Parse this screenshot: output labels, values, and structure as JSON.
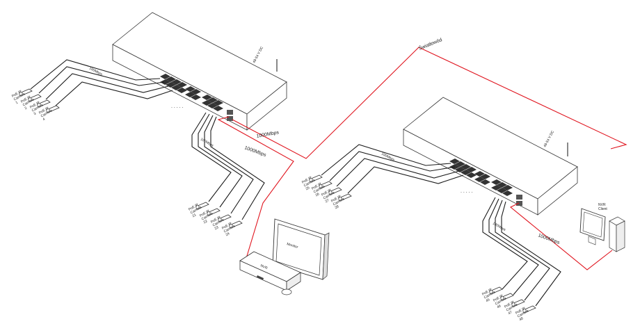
{
  "left_switch": {
    "power": "48-54 V DC",
    "link_uplink": "100Mbps",
    "link_downlink": "100Mbps",
    "uplink_nvr": "1000Mbps",
    "uplink_fiber": "1000Mbps",
    "ellipsis": ". . . . ."
  },
  "right_switch": {
    "power": "48-54 V DC",
    "link_uplink": "100Mbps",
    "link_downlink": "100Mbps",
    "uplink_client": "1000Mbps",
    "ellipsis": ". . . . ."
  },
  "fiber_label": "Światłowód",
  "nvr_label": "NVR",
  "monitor_label": "Monitor",
  "nvr_client_label": "NVR\nClient",
  "camera_groups": [
    {
      "cameras": [
        {
          "line1": "PoE IP",
          "line2": "Camera",
          "num": "1"
        },
        {
          "line1": "PoE IP",
          "line2": "Camera",
          "num": "2"
        },
        {
          "line1": "PoE IP",
          "line2": "Camera",
          "num": "3"
        },
        {
          "line1": "PoE IP",
          "line2": "Camera",
          "num": "4"
        }
      ]
    },
    {
      "cameras": [
        {
          "line1": "PoE IP",
          "line2": "Camera",
          "num": "21"
        },
        {
          "line1": "PoE IP",
          "line2": "Camera",
          "num": "22"
        },
        {
          "line1": "PoE IP",
          "line2": "Camera",
          "num": "23"
        },
        {
          "line1": "PoE IP",
          "line2": "Camera",
          "num": "24"
        }
      ]
    },
    {
      "cameras": [
        {
          "line1": "PoE IP",
          "line2": "Camera",
          "num": "25"
        },
        {
          "line1": "PoE IP",
          "line2": "Camera",
          "num": "26"
        },
        {
          "line1": "PoE IP",
          "line2": "Camera",
          "num": "27"
        },
        {
          "line1": "PoE IP",
          "line2": "Camera",
          "num": "28"
        }
      ]
    },
    {
      "cameras": [
        {
          "line1": "PoE IP",
          "line2": "Camera",
          "num": "45"
        },
        {
          "line1": "PoE IP",
          "line2": "Camera",
          "num": "46"
        },
        {
          "line1": "PoE IP",
          "line2": "Camera",
          "num": "47"
        },
        {
          "line1": "PoE IP",
          "line2": "Camera",
          "num": "48"
        }
      ]
    }
  ],
  "colors": {
    "cable": "#1a1a1a",
    "fiber": "#e0141e",
    "outline": "#333333"
  }
}
